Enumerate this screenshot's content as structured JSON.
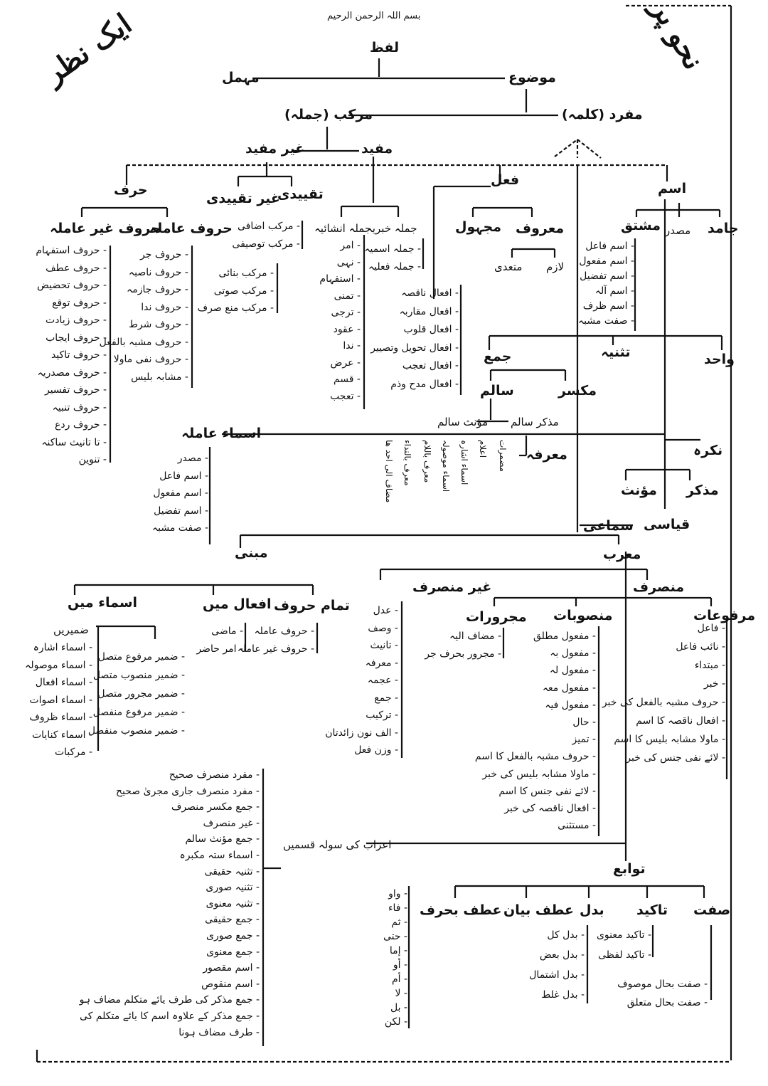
{
  "header": {
    "bismillah": "بسم اللہ الرحمن الرحیم",
    "title_right": "نحو پر",
    "title_left": "ایک نظر"
  },
  "nodes": {
    "lafz": "لفظ",
    "mauzoo": "موضوع",
    "muhmal": "مہمل",
    "mufrad": "مفرد (کلمہ)",
    "murakkab": "مرکب (جملہ)",
    "mufeed": "مفید",
    "ghair_mufeed": "غیر مفید",
    "harf": "حرف",
    "taqyeedi": "تقییدی",
    "ghair_taqyeedi": "غیر تقییدی",
    "jumla_inshaiya": "جملہ انشائیہ",
    "jumla_khabriya": "جملہ خبریہ",
    "fel": "فعل",
    "ism": "اسم",
    "majhool": "مجہول",
    "maroof": "معروف",
    "muta_addi": "متعدی",
    "lazim": "لازم",
    "mushtaq": "مشتق",
    "masdar": "مصدر",
    "jamid": "جامد",
    "huroof_ghair_amila": "حروف غیر عاملہ",
    "huroof_amila": "حروف عاملہ",
    "wahid": "واحد",
    "tasniya": "تثنیہ",
    "jama": "جمع",
    "salim": "سالم",
    "mukassar": "مکسر",
    "muzakkar_salim": "مذکر سالم",
    "muannas_salim": "مؤنث سالم",
    "asma_amila": "اسماء عاملہ",
    "marifa": "معرفہ",
    "nakira": "نکرہ",
    "muannas": "مؤنث",
    "muzakkar": "مذکر",
    "qiyasi": "قیاسی",
    "samai": "سماعی",
    "mabni": "مبنی",
    "murab": "معرب",
    "asma_mein": "اسماء میں",
    "afal_mein": "افعال میں",
    "tamam_huroof": "تمام حروف",
    "ghair_munsarif": "غیر منصرف",
    "munsarif": "منصرف",
    "majroorat": "مجرورات",
    "mansoobat": "منصوبات",
    "marfooat": "مرفوعات",
    "zameerain": "ضمیریں",
    "irab_16": "اعراب کی سولہ قسمیں",
    "tawabe": "توابع",
    "sifat": "صفت",
    "takeed": "تاکید",
    "badal": "بدل",
    "atf_bayan": "عطف بیان",
    "atf_harf": "عطف بحرف"
  },
  "lists": {
    "huroof_ghair_amila": [
      "حروف استفہام",
      "حروف عطف",
      "حروف تحضیض",
      "حروف توقع",
      "حروف زیادت",
      "حروف ایجاب",
      "حروف تاکید",
      "حروف مصدریہ",
      "حروف تفسیر",
      "حروف تنبیہ",
      "حروف ردع",
      "تا تانیث ساکنہ",
      "تنوین"
    ],
    "huroof_amila": [
      "حروف جر",
      "حروف ناصبہ",
      "حروف جازمہ",
      "حروف ندا",
      "حروف شرط",
      "حروف مشبہ بالفعل",
      "حروف نفی ماولا",
      "مشابہ بلیس"
    ],
    "taqyeedi": [
      "مرکب اضافی",
      "مرکب توصیفی"
    ],
    "ghair_taqyeedi": [
      "مرکب بنائی",
      "مرکب صوتی",
      "مرکب منع صرف"
    ],
    "inshaiya": [
      "امر",
      "نہی",
      "استفہام",
      "تمنی",
      "ترجی",
      "عقود",
      "ندا",
      "عرض",
      "قسم",
      "تعجب"
    ],
    "khabriya": [
      "جملہ اسمیہ",
      "جملہ فعلیہ"
    ],
    "fel_kinds": [
      "افعال ناقصہ",
      "افعال مقاربہ",
      "افعال قلوب",
      "افعال تحویل وتصییر",
      "افعال تعجب",
      "افعال مدح وذم"
    ],
    "mushtaq": [
      "اسم فاعل",
      "اسم مفعول",
      "اسم تفضیل",
      "اسم آلہ",
      "اسم ظرف",
      "صفت مشبہ"
    ],
    "asma_amila": [
      "مصدر",
      "اسم فاعل",
      "اسم مفعول",
      "اسم تفضیل",
      "صفت مشبہ"
    ],
    "marifa_kinds": [
      "مضمرات",
      "اعلام",
      "اسماء اشارہ",
      "اسماء موصولہ",
      "معرف باللام",
      "معرف بالنداء",
      "مضاف الی احد ھا"
    ],
    "asma_mein": [
      "اسماء اشارہ",
      "اسماء موصولہ",
      "اسماء افعال",
      "اسماء اصوات",
      "اسماء ظروف",
      "اسماء کنایات",
      "مرکبات"
    ],
    "zameerain": [
      "ضمیر مرفوع متصل",
      "ضمیر منصوب متصل",
      "ضمیر مجرور متصل",
      "ضمیر مرفوع منفصل",
      "ضمیر منصوب منفصل"
    ],
    "afal_mein": [
      "ماضی",
      "امر حاضر"
    ],
    "tamam_huroof": [
      "حروف عاملہ",
      "حروف غیر عاملہ"
    ],
    "ghair_munsarif": [
      "عدل",
      "وصف",
      "تانیث",
      "معرفہ",
      "عجمہ",
      "جمع",
      "ترکیب",
      "الف نون زائدتان",
      "وزن فعل"
    ],
    "majroorat": [
      "مضاف الیہ",
      "مجرور بحرف جر"
    ],
    "mansoobat": [
      "مفعول مطلق",
      "مفعول بہ",
      "مفعول لہ",
      "مفعول معہ",
      "مفعول فیہ",
      "حال",
      "تمیز",
      "حروف مشبہ بالفعل کا اسم",
      "ماولا مشابہ بلیس کی خبر",
      "لائے نفی جنس کا اسم",
      "افعال ناقصہ کی خبر",
      "مستثنی"
    ],
    "marfooat": [
      "فاعل",
      "نائب فاعل",
      "مبتداء",
      "خبر",
      "حروف مشبہ بالفعل کی خبر",
      "افعال ناقصہ کا اسم",
      "ماولا مشابہ بلیس کا اسم",
      "لائے نفی جنس کی خبر"
    ],
    "irab": [
      "مفرد منصرف صحیح",
      "مفرد منصرف جاری مجریٰ صحیح",
      "جمع مکسر منصرف",
      "غیر منصرف",
      "جمع مؤنث سالم",
      "اسماء ستہ مکبرہ",
      "تثنیہ حقیقی",
      "تثنیہ صوری",
      "تثنیہ معنوی",
      "جمع حقیقی",
      "جمع صوری",
      "جمع معنوی",
      "اسم مقصور",
      "اسم منقوص",
      "جمع مذکر کی طرف یائے متکلم مضاف ہو",
      "جمع مذکر کے علاوہ اسم کا یائے متکلم کی",
      "طرف مضاف ہونا"
    ],
    "atf_harf": [
      "واو",
      "فاء",
      "ثم",
      "حتی",
      "إما",
      "أو",
      "أم",
      "لا",
      "بل",
      "لكن"
    ],
    "badal": [
      "بدل کل",
      "بدل بعض",
      "بدل اشتمال",
      "بدل غلط"
    ],
    "takeed": [
      "تاکید معنوی",
      "تاکید لفظی"
    ],
    "sifat": [
      "صفت بحال موصوف",
      "صفت بحال متعلق"
    ]
  }
}
